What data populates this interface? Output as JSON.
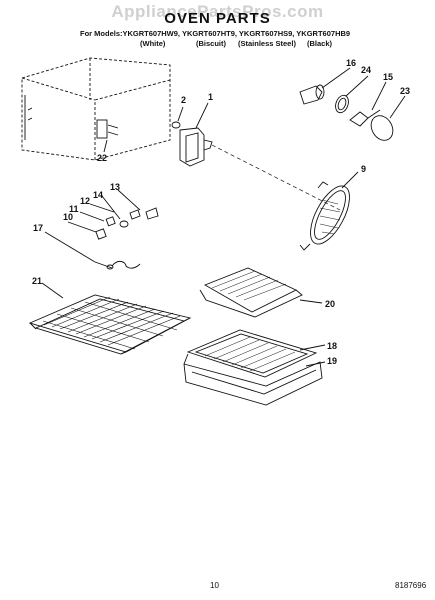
{
  "watermark": "AppliancePartsPros.com",
  "title": "OVEN PARTS",
  "models_line": "For Models:YKGRT607HW9, YKGRT607HT9, YKGRT607HS9, YKGRT607HB9",
  "colors": [
    "(White)",
    "(Biscuit)",
    "(Stainless Steel)",
    "(Black)"
  ],
  "callouts": [
    "1",
    "2",
    "9",
    "10",
    "11",
    "12",
    "13",
    "14",
    "15",
    "16",
    "17",
    "18",
    "19",
    "20",
    "21",
    "22",
    "23",
    "24"
  ],
  "page_number": "10",
  "document_number": "8187696"
}
